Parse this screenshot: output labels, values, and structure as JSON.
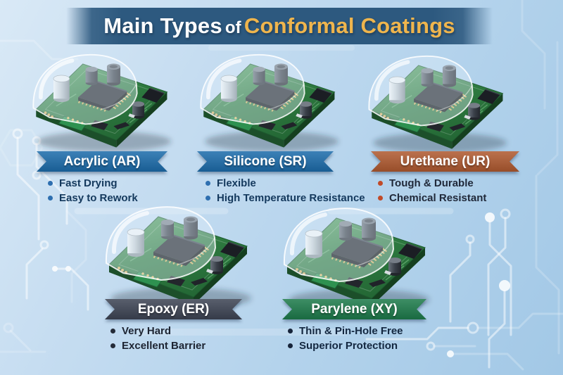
{
  "header": {
    "title_prefix": "Main Types",
    "title_mid": "of",
    "title_accent": "Conformal Coatings",
    "banner_color": "#2d597f",
    "accent_color": "#efb54d"
  },
  "cards": [
    {
      "id": "acrylic",
      "label": "Acrylic (AR)",
      "ribbon_color": "#1c6cab",
      "dot_color": "#2e6fb0",
      "text_color": "#14395d",
      "bullets": [
        "Fast Drying",
        "Easy to Rework"
      ]
    },
    {
      "id": "silicone",
      "label": "Silicone (SR)",
      "ribbon_color": "#1c6cab",
      "dot_color": "#2e6fb0",
      "text_color": "#14395d",
      "bullets": [
        "Flexible",
        "High Temperature Resistance"
      ]
    },
    {
      "id": "urethane",
      "label": "Urethane (UR)",
      "ribbon_color": "#b05a30",
      "dot_color": "#c14a28",
      "text_color": "#20293a",
      "bullets": [
        "Tough & Durable",
        "Chemical Resistant"
      ]
    },
    {
      "id": "epoxy",
      "label": "Epoxy (ER)",
      "ribbon_color": "#3d4454",
      "dot_color": "#242b38",
      "text_color": "#1d2432",
      "bullets": [
        "Very Hard",
        "Excellent Barrier"
      ]
    },
    {
      "id": "parylene",
      "label": "Parylene (XY)",
      "ribbon_color": "#1d7b4b",
      "dot_color": "#16243a",
      "text_color": "#132740",
      "bullets": [
        "Thin & Pin-Hole Free",
        "Superior Protection"
      ]
    }
  ]
}
